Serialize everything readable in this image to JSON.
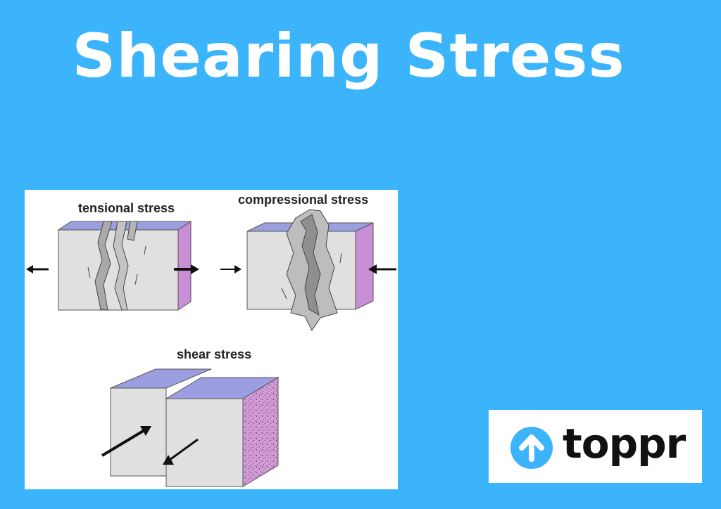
{
  "title": "Shearing Stress",
  "figure": {
    "labels": {
      "tensional": "tensional stress",
      "compressional": "compressional stress",
      "shear": "shear stress"
    }
  },
  "brand": {
    "name": "toppr",
    "icon": "up-arrow-circle-icon"
  },
  "colors": {
    "background": "#3bb4fc",
    "block_front": "#e0e0e0",
    "block_top": "#9b9fdf",
    "block_side": "#c98fd6",
    "logo_circle": "#3bb4fc"
  }
}
